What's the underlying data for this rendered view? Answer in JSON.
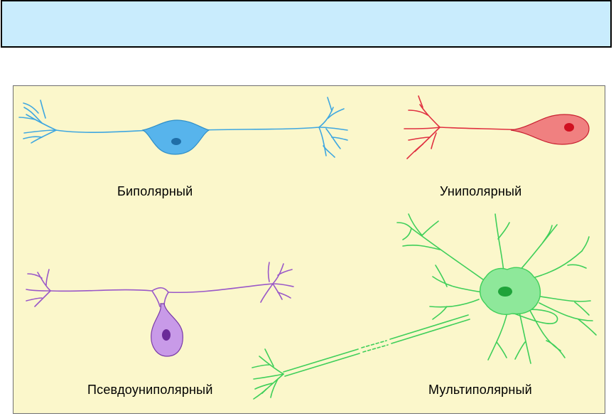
{
  "header": {
    "text": ""
  },
  "diagram": {
    "labels": {
      "bipolar": "Биполярный",
      "unipolar": "Униполярный",
      "pseudounipolar": "Псевдоуниполярный",
      "multipolar": "Мультиполярный"
    },
    "colors": {
      "panel_background": "#fbf7cb",
      "bipolar": "#3fa7e0",
      "unipolar": "#e03040",
      "pseudounipolar": "#9a58c8",
      "multipolar": "#3fcf5a"
    }
  }
}
